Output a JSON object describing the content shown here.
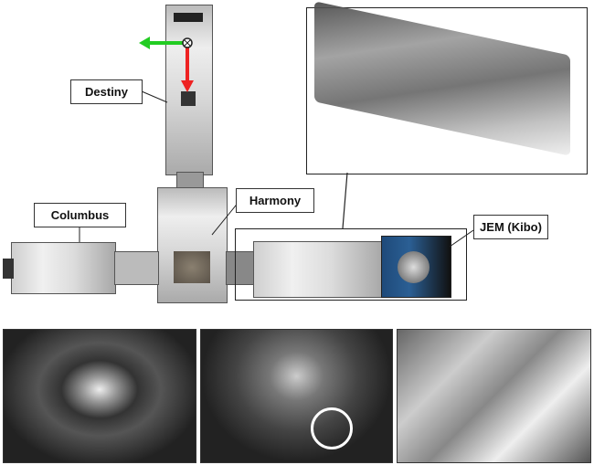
{
  "labels": {
    "destiny": "Destiny",
    "harmony": "Harmony",
    "columbus": "Columbus",
    "jem": "JEM (Kibo)"
  },
  "colors": {
    "x_axis": "#22cc22",
    "y_axis": "#ee2222"
  }
}
